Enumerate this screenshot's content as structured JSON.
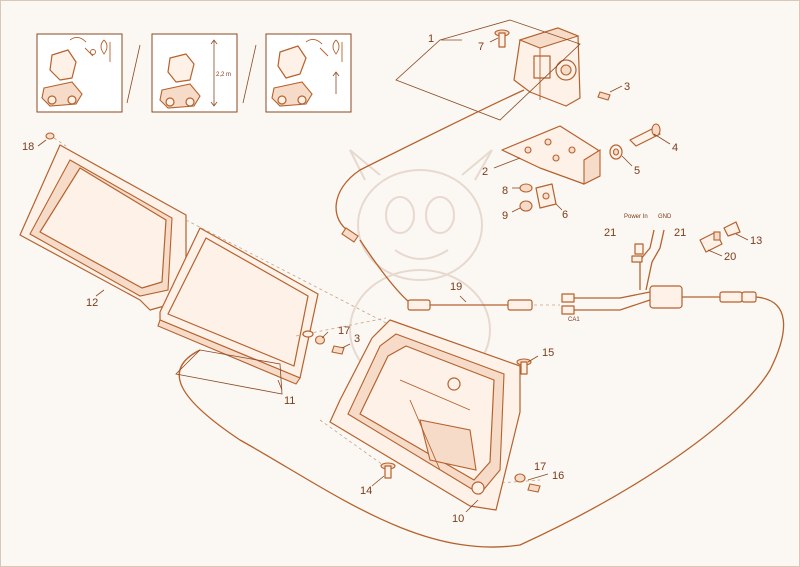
{
  "labels": {
    "p1": "1",
    "p2": "2",
    "p3a": "3",
    "p3b": "3",
    "p4": "4",
    "p5": "5",
    "p6": "6",
    "p7": "7",
    "p8": "8",
    "p9": "9",
    "p10": "10",
    "p11": "11",
    "p12": "12",
    "p13": "13",
    "p14": "14",
    "p15": "15",
    "p16": "16",
    "p17a": "17",
    "p17b": "17",
    "p18": "18",
    "p19": "19",
    "p20": "20",
    "p21a": "21",
    "p21b": "21"
  },
  "wire": {
    "power_in": "Power In",
    "gnd": "GND",
    "ca1": "CA1"
  },
  "height_label": "2,2 m",
  "colors": {
    "line": "#b5622e",
    "text": "#7a3c1a",
    "fill": "#fdf1e8"
  }
}
